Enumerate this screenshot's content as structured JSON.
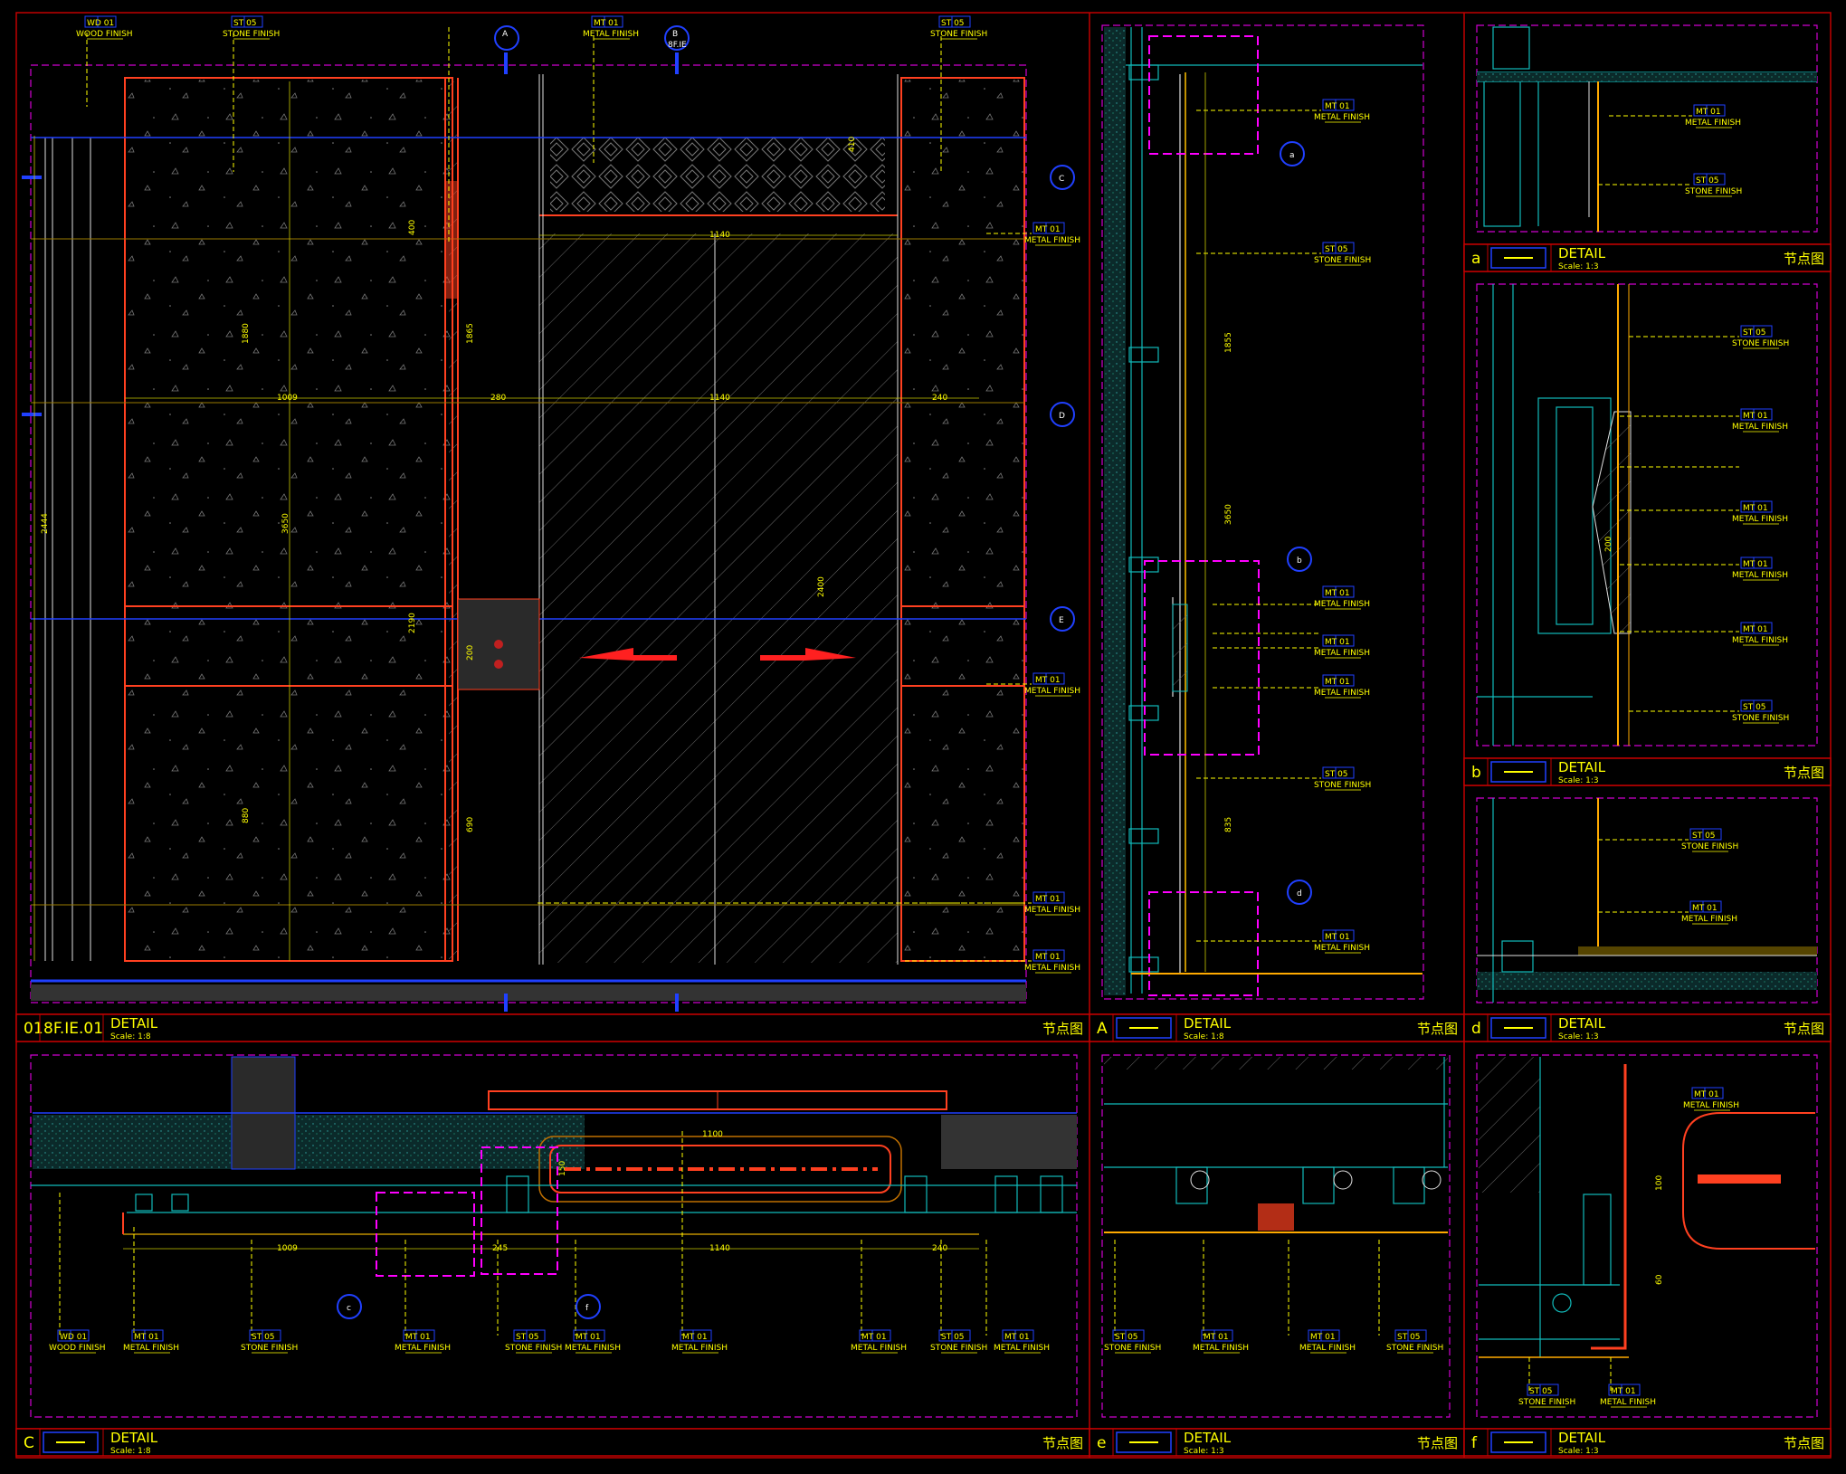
{
  "title_bars": [
    {
      "id": "01",
      "sheet": "8F.IE.01",
      "title": "DETAIL",
      "scale": "Scale: 1:8",
      "cn": "节点图"
    },
    {
      "id": "A",
      "sheet": "",
      "title": "DETAIL",
      "scale": "Scale: 1:8",
      "cn": "节点图"
    },
    {
      "id": "a",
      "sheet": "",
      "title": "DETAIL",
      "scale": "Scale: 1:3",
      "cn": "节点图"
    },
    {
      "id": "b",
      "sheet": "",
      "title": "DETAIL",
      "scale": "Scale: 1:3",
      "cn": "节点图"
    },
    {
      "id": "d",
      "sheet": "",
      "title": "DETAIL",
      "scale": "Scale: 1:3",
      "cn": "节点图"
    },
    {
      "id": "C",
      "sheet": "",
      "title": "DETAIL",
      "scale": "Scale: 1:8",
      "cn": "节点图"
    },
    {
      "id": "e",
      "sheet": "",
      "title": "DETAIL",
      "scale": "Scale: 1:3",
      "cn": "节点图"
    },
    {
      "id": "f",
      "sheet": "",
      "title": "DETAIL",
      "scale": "Scale: 1:3",
      "cn": "节点图"
    }
  ],
  "tags": {
    "wd": "WD 01",
    "wood": "WOOD FINISH",
    "st": "ST 05",
    "stone": "STONE FINISH",
    "mt": "MT 01",
    "metal": "METAL FINISH"
  },
  "markers": {
    "A": "A",
    "B": "B",
    "C": "C",
    "D": "D",
    "E": "E",
    "a": "a",
    "b": "b",
    "c": "c",
    "d": "d",
    "f": "f",
    "bsub": "8F.IE"
  },
  "dims": {
    "w1009": "1009",
    "w280": "280",
    "w1140": "1140",
    "w240": "240",
    "h2444": "2444",
    "h3650": "3650",
    "h1880": "1880",
    "h1865": "1865",
    "h2400": "2400",
    "h880": "880",
    "h690": "690",
    "h400": "400",
    "h200": "200",
    "h1100": "1100",
    "h245": "245",
    "h150": "150",
    "h410": "410",
    "h2190": "2190",
    "h1855": "1855",
    "h835": "835",
    "h60": "60",
    "h100": "100"
  }
}
